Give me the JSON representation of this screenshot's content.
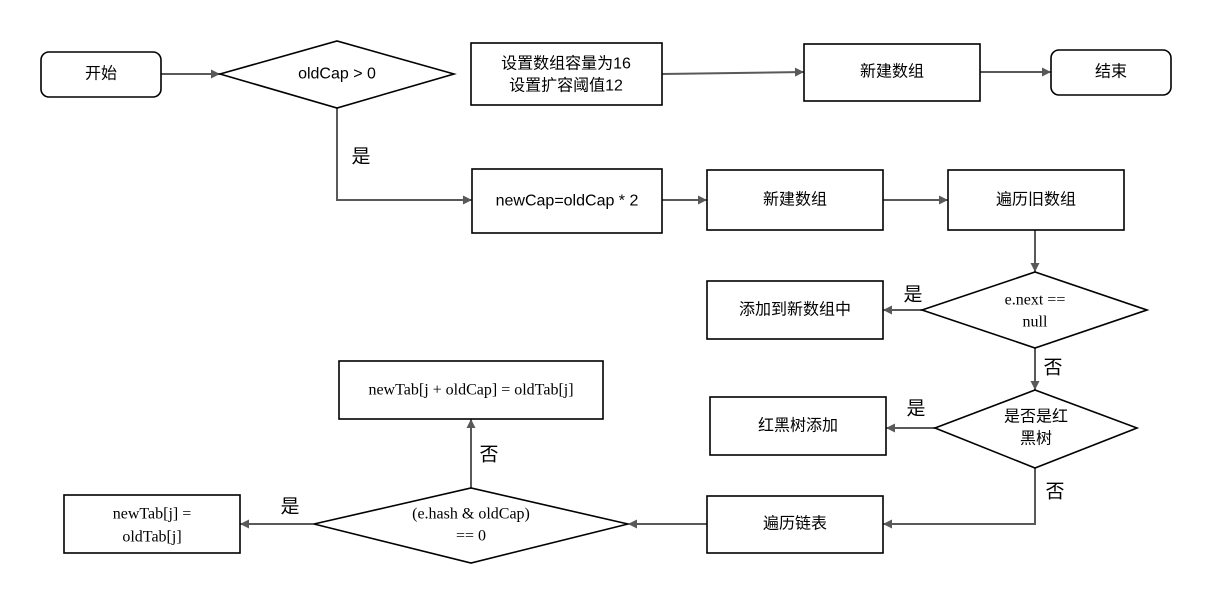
{
  "diagram": {
    "nodes": {
      "start": {
        "label": "开始"
      },
      "check_old_cap": {
        "label": "oldCap > 0"
      },
      "set_defaults": {
        "lines": [
          "设置数组容量为16",
          "设置扩容阈值12"
        ]
      },
      "new_array_default": {
        "label": "新建数组"
      },
      "end": {
        "label": "结束"
      },
      "double_capacity": {
        "label": "newCap=oldCap * 2"
      },
      "new_array_resized": {
        "label": "新建数组"
      },
      "traverse_old_array": {
        "label": "遍历旧数组"
      },
      "check_next_null": {
        "lines": [
          "e.next ==",
          "null"
        ]
      },
      "add_to_new_array": {
        "label": "添加到新数组中"
      },
      "check_tree": {
        "lines": [
          "是否是红",
          "黑树"
        ]
      },
      "tree_add": {
        "label": "红黑树添加"
      },
      "traverse_list": {
        "label": "遍历链表"
      },
      "check_hash": {
        "lines": [
          "(e.hash & oldCap)",
          "== 0"
        ]
      },
      "keep_index": {
        "lines": [
          "newTab[j] =",
          "oldTab[j]"
        ]
      },
      "move_index": {
        "label": "newTab[j + oldCap] = oldTab[j]"
      }
    },
    "edge_labels": {
      "old_cap_yes": "是",
      "next_null_yes": "是",
      "next_null_no": "否",
      "tree_yes": "是",
      "tree_no": "否",
      "hash_yes": "是",
      "hash_no": "否"
    }
  }
}
